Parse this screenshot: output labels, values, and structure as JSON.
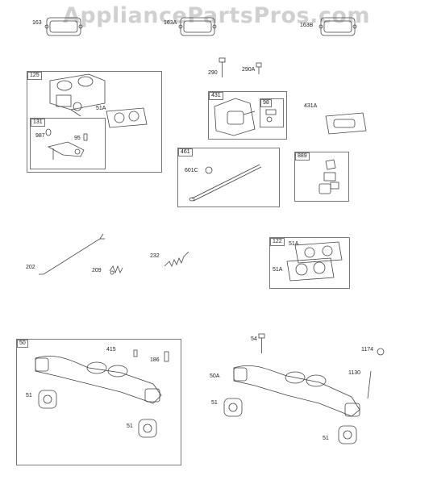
{
  "watermark": "AppliancePartsPros.com",
  "callouts": {
    "p163": "163",
    "p163a": "163A",
    "p163b": "163B",
    "p125": "125",
    "p51a_1": "51A",
    "p131": "131",
    "p987": "987",
    "p95": "95",
    "p290": "290",
    "p290a": "290A",
    "p431": "431",
    "p98": "98",
    "p431a": "431A",
    "p461": "461",
    "p601c": "601C",
    "p889": "889",
    "p202": "202",
    "p209": "209",
    "p232": "232",
    "p122": "122",
    "p51a_2": "51A",
    "p51a_3": "51A",
    "p50": "50",
    "p415": "415",
    "p186": "186",
    "p51_1": "51",
    "p51_2": "51",
    "p54": "54",
    "p1174": "1174",
    "p1130": "1130",
    "p50a": "50A",
    "p51_3": "51",
    "p51_4": "51"
  }
}
